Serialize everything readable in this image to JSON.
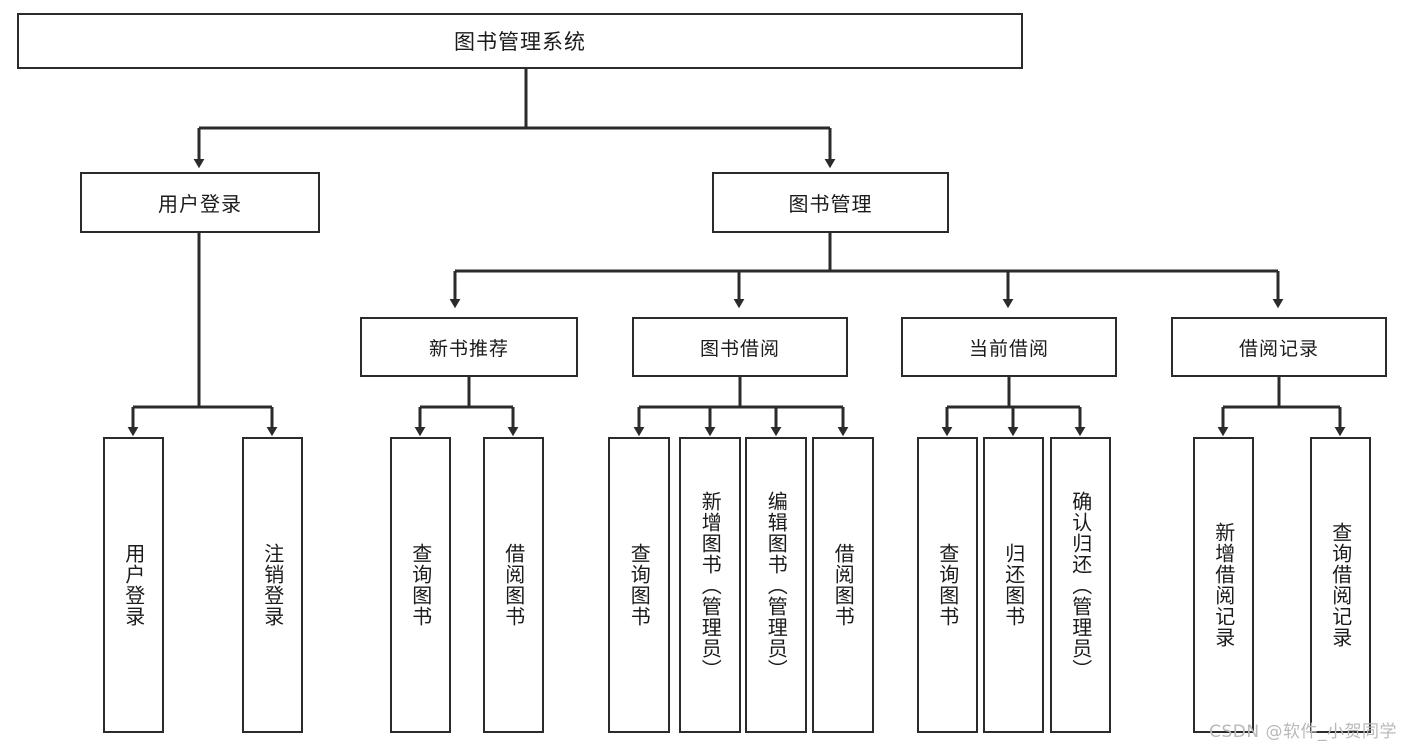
{
  "diagram": {
    "title": "图书管理系统",
    "type": "hierarchy-tree",
    "watermark": "CSDN @软件_小贺同学",
    "colors": {
      "stroke": "#2b2b2b",
      "fill": "#ffffff",
      "text": "#1b1b1b",
      "watermark": "#b9b9b9"
    },
    "nodes": {
      "root": "图书管理系统",
      "level2": [
        "用户登录",
        "图书管理"
      ],
      "level3": [
        "新书推荐",
        "图书借阅",
        "当前借阅",
        "借阅记录"
      ],
      "leaves": {
        "user_login": [
          "用户登录",
          "注销登录"
        ],
        "new_book": [
          "查询图书",
          "借阅图书"
        ],
        "book_borrow": [
          "查询图书",
          "新增图书（管理员）",
          "编辑图书（管理员）",
          "借阅图书"
        ],
        "current_borrow": [
          "查询图书",
          "归还图书",
          "确认归还（管理员）"
        ],
        "borrow_record": [
          "新增借阅记录",
          "查询借阅记录"
        ]
      }
    }
  }
}
